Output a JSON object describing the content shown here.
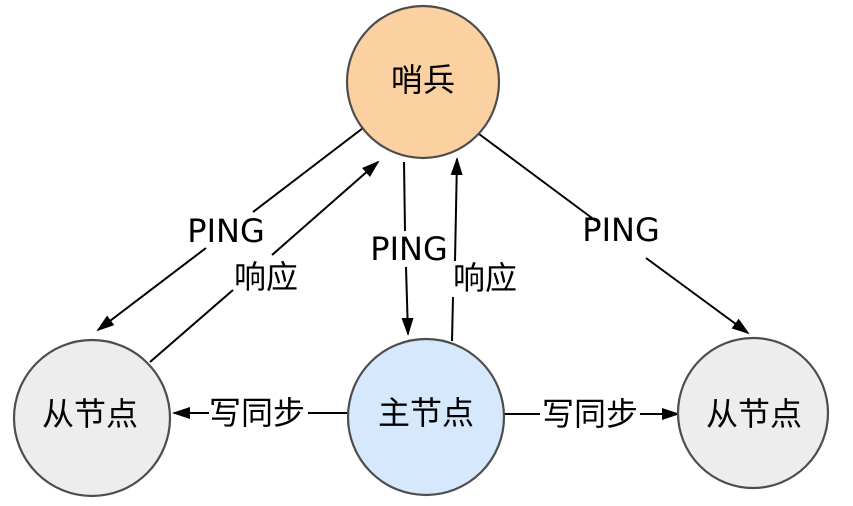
{
  "diagram": {
    "description": "redis-sentinel-topology",
    "background": "#ffffff",
    "colors": {
      "arrow": "#000000",
      "node_stroke": "#4d4d4d",
      "sentinel_fill": "#fbd1a2",
      "master_fill": "#d6e9fc",
      "slave_fill": "#ededed"
    },
    "nodes": {
      "sentinel": {
        "label": "哨兵"
      },
      "slave_left": {
        "label": "从节点"
      },
      "master": {
        "label": "主节点"
      },
      "slave_right": {
        "label": "从节点"
      }
    },
    "edges": [
      {
        "id": "ping-sentinel-to-left-slave",
        "label": "PING",
        "from": "sentinel",
        "to": "slave_left"
      },
      {
        "id": "response-left-slave-to-sentinel",
        "label": "响应",
        "from": "slave_left",
        "to": "sentinel"
      },
      {
        "id": "ping-sentinel-to-master",
        "label": "PING",
        "from": "sentinel",
        "to": "master"
      },
      {
        "id": "response-master-to-sentinel",
        "label": "响应",
        "from": "master",
        "to": "sentinel"
      },
      {
        "id": "ping-sentinel-to-right-slave",
        "label": "PING",
        "from": "sentinel",
        "to": "slave_right"
      },
      {
        "id": "write-sync-master-to-left-slave",
        "label": "写同步",
        "from": "master",
        "to": "slave_left"
      },
      {
        "id": "write-sync-master-to-right-slave",
        "label": "写同步",
        "from": "master",
        "to": "slave_right"
      }
    ]
  }
}
